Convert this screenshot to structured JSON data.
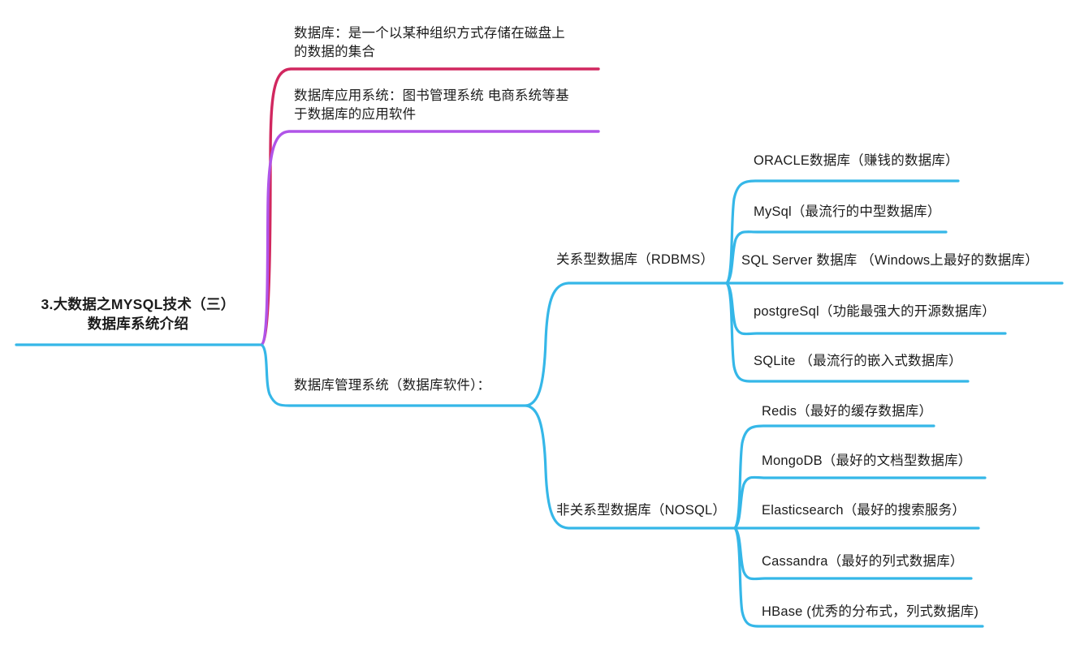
{
  "diagram": {
    "type": "mind-map",
    "title": "3.大数据之MYSQL技术（三）数据库系统介绍",
    "background_color": "#ffffff",
    "text_color": "#1c1c1c",
    "colors": {
      "blue": "#35b7e8",
      "crimson": "#d1275f",
      "purple": "#b054e8"
    }
  },
  "root": {
    "label": "3.大数据之MYSQL技术（三）\n数据库系统介绍",
    "branch_color": "#35b7e8"
  },
  "branches": [
    {
      "id": "database-definition",
      "label": "数据库：是一个以某种组织方式存储在磁盘上\n的数据的集合",
      "color": "#d1275f",
      "children": []
    },
    {
      "id": "database-application-system",
      "label": "数据库应用系统：图书管理系统 电商系统等基\n于数据库的应用软件",
      "color": "#b054e8",
      "children": []
    },
    {
      "id": "database-management-system",
      "label": "数据库管理系统（数据库软件）：",
      "color": "#35b7e8",
      "children": [
        {
          "id": "rdbms",
          "label": "关系型数据库（RDBMS）",
          "color": "#35b7e8",
          "children": [
            {
              "id": "oracle",
              "label": "ORACLE数据库（赚钱的数据库）"
            },
            {
              "id": "mysql",
              "label": "MySql（最流行的中型数据库）"
            },
            {
              "id": "sqlserver",
              "label": "SQL Server 数据库 （Windows上最好的数据库）"
            },
            {
              "id": "postgresql",
              "label": "postgreSql（功能最强大的开源数据库）"
            },
            {
              "id": "sqlite",
              "label": "SQLite （最流行的嵌入式数据库）"
            }
          ]
        },
        {
          "id": "nosql",
          "label": "非关系型数据库（NOSQL）",
          "color": "#35b7e8",
          "children": [
            {
              "id": "redis",
              "label": "Redis（最好的缓存数据库）"
            },
            {
              "id": "mongodb",
              "label": "MongoDB（最好的文档型数据库）"
            },
            {
              "id": "elasticsearch",
              "label": "Elasticsearch（最好的搜索服务）"
            },
            {
              "id": "cassandra",
              "label": "Cassandra（最好的列式数据库）"
            },
            {
              "id": "hbase",
              "label": "HBase (优秀的分布式，列式数据库)"
            }
          ]
        }
      ]
    }
  ]
}
